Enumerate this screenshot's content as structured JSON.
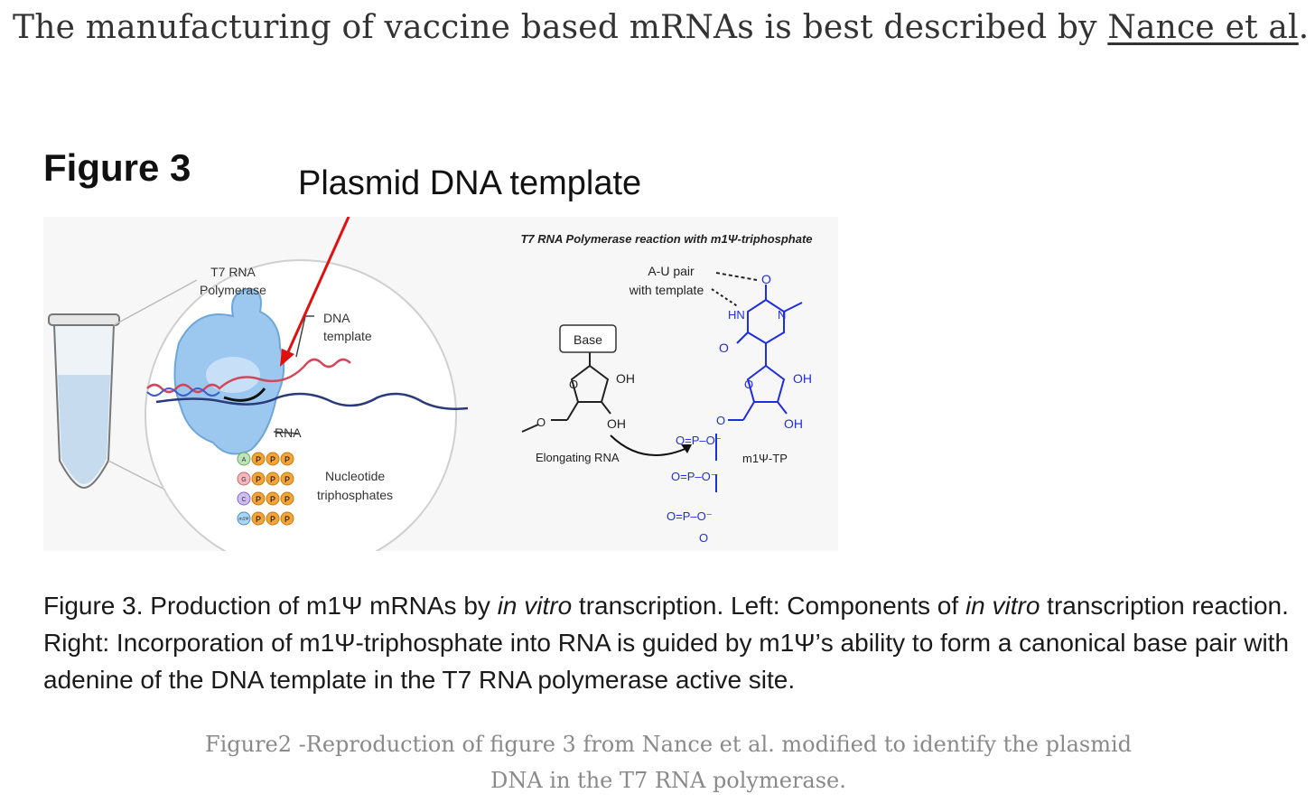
{
  "intro": {
    "text_before": "The manufacturing of vaccine based mRNAs is best described by ",
    "link_text": "Nance et al",
    "text_after": "."
  },
  "figure": {
    "label": "Figure 3",
    "annotation_label": "Plasmid DNA template",
    "left_panel": {
      "polymerase_label_line1": "T7 RNA",
      "polymerase_label_line2": "Polymerase",
      "dna_label_line1": "DNA",
      "dna_label_line2": "template",
      "rna_label": "RNA",
      "ntp_label_line1": "Nucleotide",
      "ntp_label_line2": "triphosphates",
      "ntp_bases": [
        "A",
        "G",
        "C",
        "m1Ψ"
      ],
      "phosphate_letter": "P"
    },
    "right_panel": {
      "title": "T7 RNA Polymerase reaction with m1Ψ-triphosphate",
      "au_pair_line1": "A-U pair",
      "au_pair_line2": "with template",
      "base_box": "Base",
      "oh": "OH",
      "elongating": "Elongating RNA",
      "m1tp": "m1Ψ-TP",
      "hn": "HN",
      "n": "N",
      "o": "O",
      "p_line": "O=P–O⁻"
    }
  },
  "caption": {
    "p1": "Figure 3. Production of m1Ψ mRNAs by ",
    "i1": "in vitro",
    "p2": " transcription. Left: Components of ",
    "i2": "in vitro",
    "p3": " transcription reaction. Right: Incorporation of m1Ψ-triphosphate into RNA is guided by m1Ψ’s ability to form a canonical base pair with adenine of the DNA template in the T7 RNA polymerase active site."
  },
  "subcaption": {
    "line1": "Figure2 -Reproduction of figure 3 from Nance et al. modified to identify the plasmid",
    "line2": "DNA in the T7 RNA polymerase."
  },
  "colors": {
    "blue_structure": "#1f2de0",
    "polymerase": "#9cc8ef",
    "arrow_red": "#e01010",
    "phosphate_orange": "#f3a53a"
  }
}
